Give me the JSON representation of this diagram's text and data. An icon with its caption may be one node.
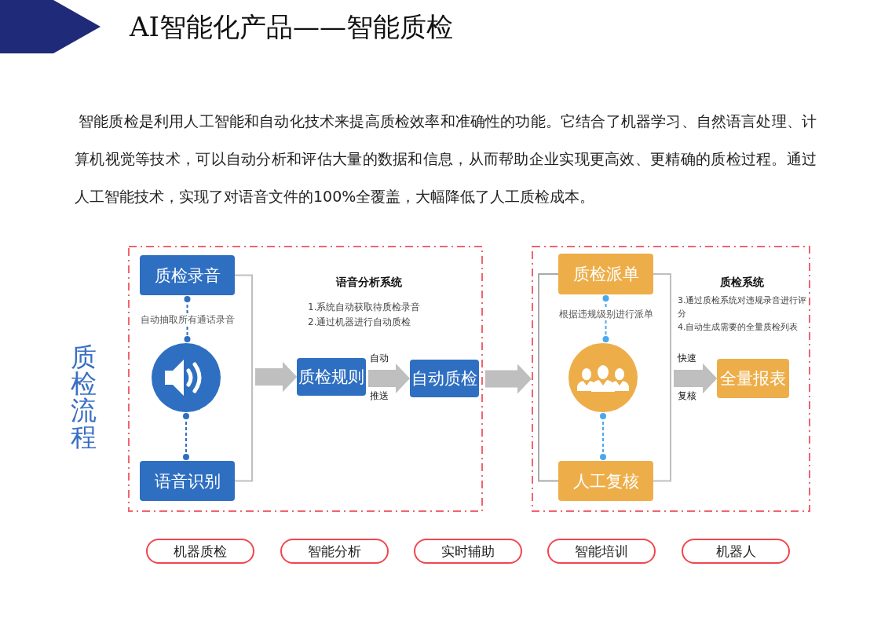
{
  "diagram": {
    "title": "AI智能化产品——智能质检",
    "nodes": [
      {
        "text": [],
        "shape": "box"
      },
      {
        "text": [
          "质检录音"
        ],
        "in": 0
      },
      {
        "text": [],
        "shape": "circle",
        "in": 0
      },
      {
        "text": [
          "语音识别"
        ],
        "in": 0
      },
      {
        "text": [
          "质检规则"
        ],
        "in": 0
      },
      {
        "text": [
          "自动质检"
        ],
        "in": 0
      },
      {
        "text": [],
        "shape": "box"
      },
      {
        "text": [
          "质检派单"
        ],
        "in": 6
      },
      {
        "text": [],
        "shape": "circle",
        "in": 6
      },
      {
        "text": [
          "人工复核"
        ],
        "in": 6
      },
      {
        "text": [
          "全量报表"
        ],
        "in": 6
      },
      {
        "text": [
          "机器质检"
        ]
      },
      {
        "text": [
          "智能分析"
        ]
      },
      {
        "text": [
          "实时辅助"
        ]
      },
      {
        "text": [
          "智能培训"
        ]
      },
      {
        "text": [
          "机器人"
        ]
      }
    ],
    "edges": [
      {
        "from": 1,
        "to": 2,
        "arrow": "other",
        "style": "dashed",
        "color": "#2f6fc1",
        "label": "自动抽取所有通话录音"
      },
      {
        "from": 2,
        "to": 3,
        "arrow": "other",
        "style": "dashed",
        "color": "#2f6fc1"
      },
      {
        "from": 1,
        "to": 4,
        "arrow": "to"
      },
      {
        "from": 3,
        "to": 4,
        "arrow": "to"
      },
      {
        "from": 4,
        "to": 5,
        "arrow": "to",
        "label": "自动推送"
      },
      {
        "from": 0,
        "to": 6,
        "arrow": "to"
      },
      {
        "from": 7,
        "to": 8,
        "arrow": "other",
        "style": "dashed",
        "color": "#4aa8f0",
        "label": "根据违规级别进行派单"
      },
      {
        "from": 8,
        "to": 9,
        "arrow": "other",
        "style": "dashed",
        "color": "#4aa8f0"
      },
      {
        "from": 7,
        "to": 9,
        "arrow": "none",
        "color": "#aaaaaa"
      },
      {
        "from": 7,
        "to": 10,
        "arrow": "to",
        "label": "快速复核"
      },
      {
        "from": 9,
        "to": 10,
        "arrow": "to"
      }
    ],
    "labels": [
      "智能质检是利用人工智能和自动化技术来提高质检效率和准确性的功能。它结合了机器学习、自然语言处理、计算机视觉等技术，可以自动分析和评估大量的数据和信息，从而帮助企业实现更高效、更精确的质检过程。通过人工智能技术，实现了对语音文件的100%全覆盖，大幅降低了人工质检成本。",
      "语音分析系统",
      "1.系统自动获取待质检录音",
      "2.通过机器进行自动质检",
      "质检系统",
      "3.通过质检系统对违规录音进行评分",
      "4.自动生成需要的全量质检列表",
      "质检流程"
    ]
  }
}
